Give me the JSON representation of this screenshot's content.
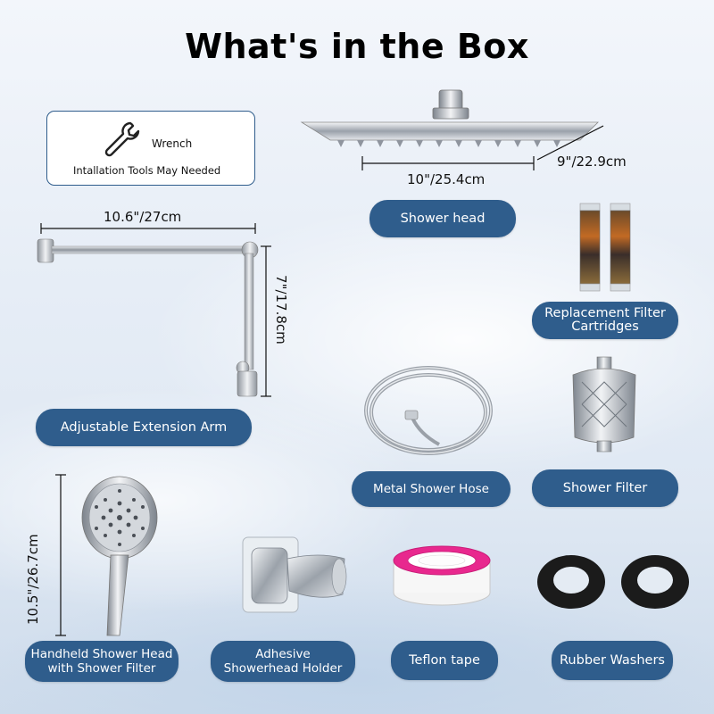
{
  "title": "What's in the Box",
  "wrench_card": {
    "label": "Wrench",
    "note": "Intallation Tools May Needed",
    "icon": "wrench-icon"
  },
  "dimensions": {
    "shower_head_width": "10\"/25.4cm",
    "shower_head_depth": "9\"/22.9cm",
    "arm_length": "10.6\"/27cm",
    "arm_height": "7\"/17.8cm",
    "handheld_length": "10.5\"/26.7cm"
  },
  "labels": {
    "shower_head": "Shower head",
    "replacement_filter_line1": "Replacement Filter",
    "replacement_filter_line2": "Cartridges",
    "extension_arm": "Adjustable Extension Arm",
    "metal_hose": "Metal Shower Hose",
    "shower_filter": "Shower Filter",
    "handheld_line1": "Handheld Shower Head",
    "handheld_line2": "with Shower Filter",
    "holder_line1": "Adhesive",
    "holder_line2": "Showerhead Holder",
    "teflon": "Teflon tape",
    "washers": "Rubber Washers"
  },
  "colors": {
    "pill": "#2f5d8c",
    "teflon_pink": "#e8288e",
    "chrome": "#b9bec5"
  }
}
